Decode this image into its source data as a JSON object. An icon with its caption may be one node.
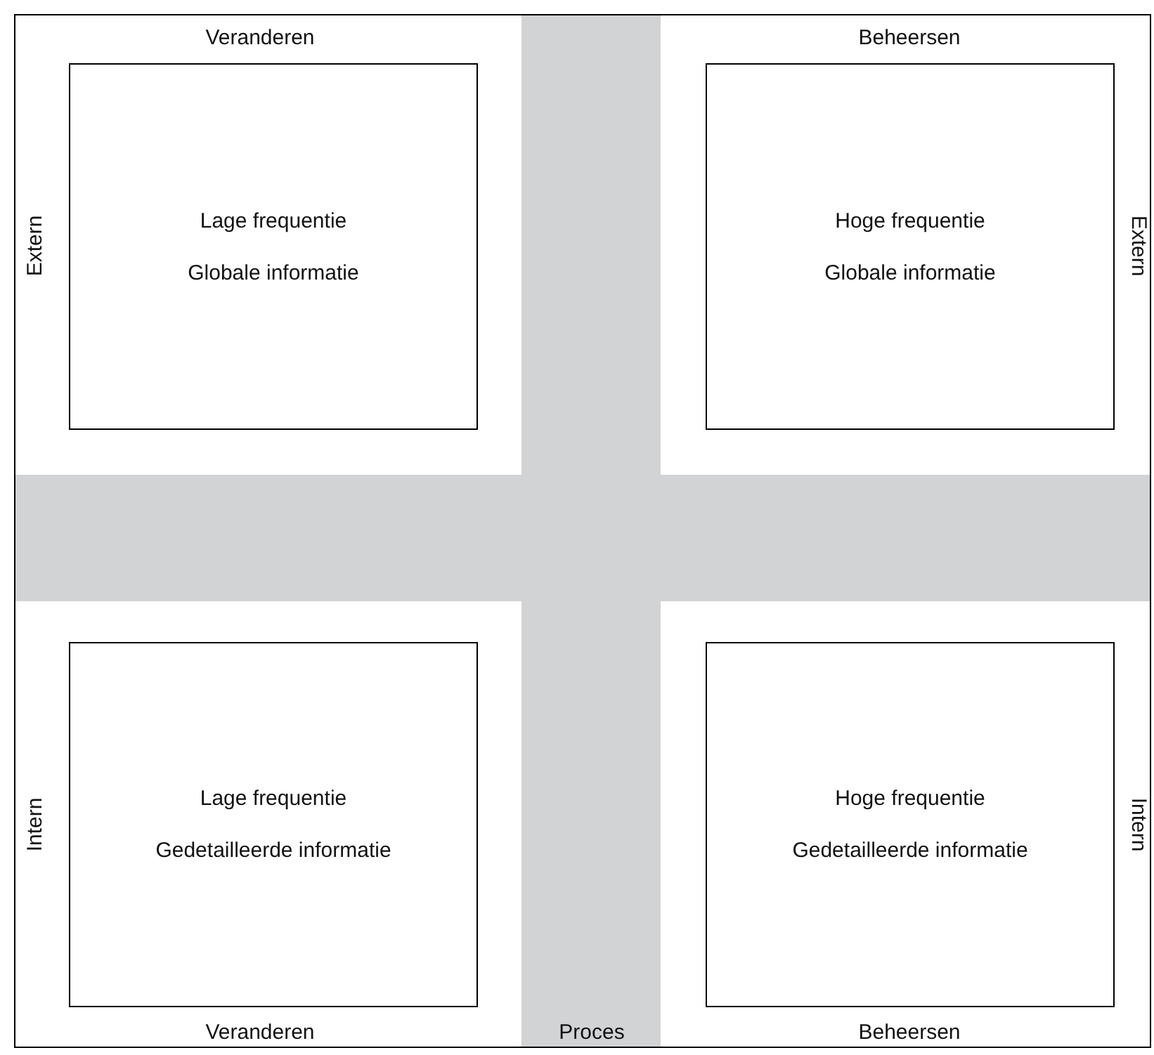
{
  "diagram": {
    "nodes": [
      {
        "text": [
          "Lage frequentie",
          "Globale informatie"
        ]
      },
      {
        "text": [
          "Hoge frequentie",
          "Globale informatie"
        ]
      },
      {
        "text": [
          "Lage frequentie",
          "Gedetailleerde informatie"
        ]
      },
      {
        "text": [
          "Hoge frequentie",
          "Gedetailleerde informatie"
        ]
      }
    ],
    "labels": [
      "Veranderen",
      "Beheersen",
      "Extern",
      "Extern",
      "Intern",
      "Intern",
      "Veranderen",
      "Proces",
      "Beheersen"
    ]
  }
}
